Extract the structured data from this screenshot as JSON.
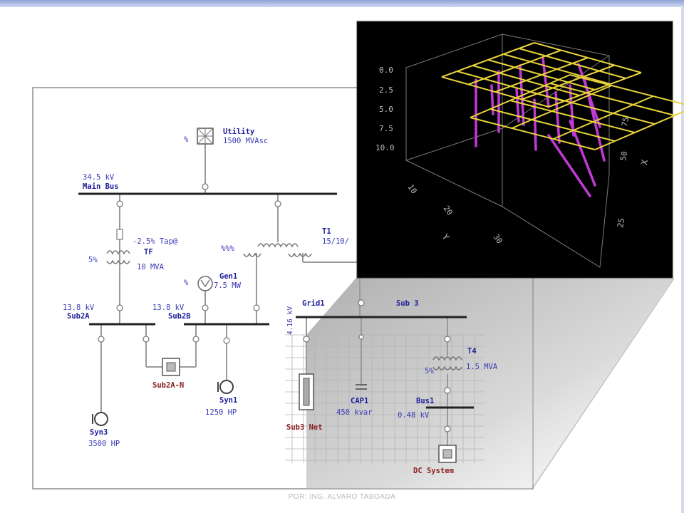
{
  "colors": {
    "label_blue": "#3a3ab8",
    "bus_name_blue": "#1e1e9a",
    "label_red": "#8a1e1e",
    "wire": "#9a9a9a",
    "bus_bar": "#222222",
    "plot_bg": "#000000",
    "plot_yellow": "#e9d43a",
    "plot_magenta": "#c23ad6",
    "plot_axis_text": "#bdbdbd"
  },
  "diagram": {
    "utility": {
      "mark": "%",
      "name": "Utility",
      "rating": "1500 MVAsc"
    },
    "main_bus": {
      "voltage": "34.5 kV",
      "name": "Main Bus"
    },
    "tap": "-2.5% Tap@",
    "tf": {
      "mark": "5%",
      "name": "TF",
      "rating": "10 MVA"
    },
    "t1": {
      "mark": "%%%",
      "name": "T1",
      "rating": "15/10/"
    },
    "gen1": {
      "mark": "%",
      "name": "Gen1",
      "rating": "7.5 MW"
    },
    "sub2a": {
      "voltage": "13.8 kV",
      "name": "Sub2A"
    },
    "sub2b": {
      "voltage": "13.8 kV",
      "name": "Sub2B"
    },
    "sub2a_n": "Sub2A-N",
    "syn1": {
      "name": "Syn1",
      "rating": "1250 HP"
    },
    "syn3": {
      "name": "Syn3",
      "rating": "3500 HP"
    },
    "grid_voltage": "4.16 kV",
    "grid1": "Grid1",
    "sub3": "Sub 3",
    "t4": {
      "mark": "5%",
      "name": "T4",
      "rating": "1.5 MVA"
    },
    "cap1": {
      "name": "CAP1",
      "rating": "450 kvar"
    },
    "bus1": {
      "name": "Bus1",
      "voltage": "0.48 kV"
    },
    "sub3_net": "Sub3 Net",
    "dc_system": "DC System"
  },
  "chart_data": {
    "type": "surface3d",
    "z_ticks": [
      "0.0",
      "2.5",
      "5.0",
      "7.5",
      "10.0"
    ],
    "y_ticks": [
      "10",
      "20",
      "30"
    ],
    "x_ticks": [
      "25",
      "50",
      "75"
    ],
    "ylabel": "Y",
    "xlabel": "X",
    "series": [
      {
        "color": "yellow"
      },
      {
        "color": "magenta"
      }
    ]
  },
  "footer": {
    "text": "POR: ING. ALVARO TABOADA"
  }
}
